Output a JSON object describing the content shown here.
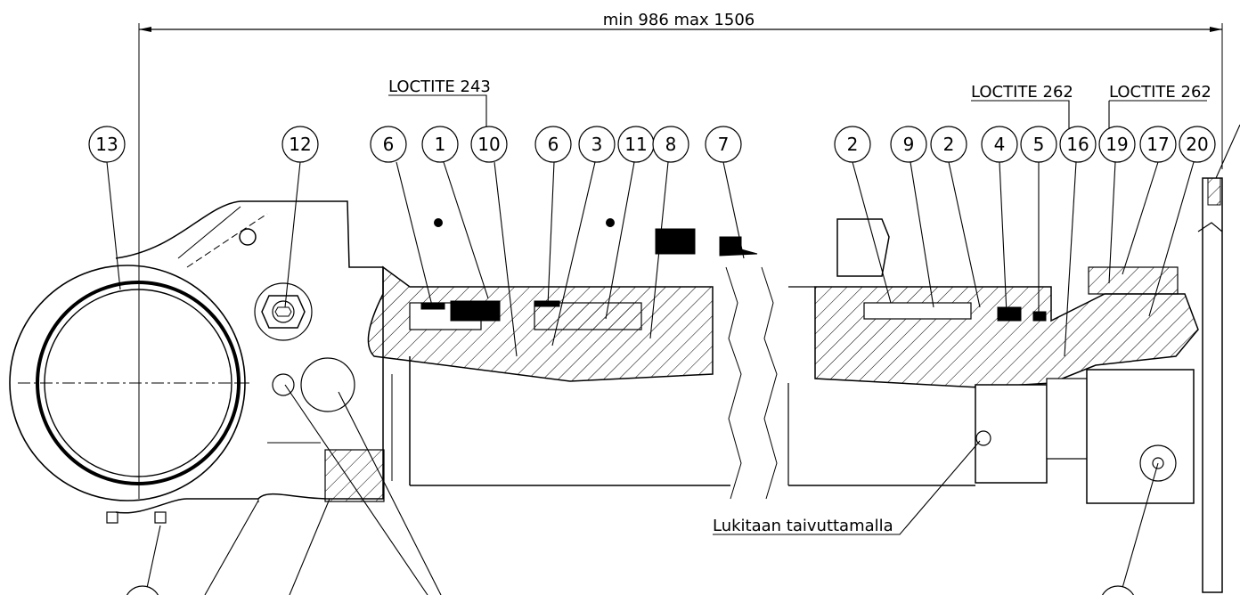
{
  "dimension": {
    "text": "min 986   max 1506"
  },
  "notes": {
    "loctite_a": "LOCTITE 243",
    "loctite_b": "LOCTITE 262",
    "loctite_c": "LOCTITE 262",
    "locking": "Lukitaan taivuttamalla"
  },
  "balloons": [
    "13",
    "12",
    "6",
    "1",
    "10",
    "6",
    "3",
    "11",
    "8",
    "7",
    "2",
    "9",
    "2",
    "4",
    "5",
    "16",
    "19",
    "17",
    "20"
  ],
  "colors": {
    "line": "#000000",
    "background": "#ffffff",
    "hatch": "#000000"
  }
}
